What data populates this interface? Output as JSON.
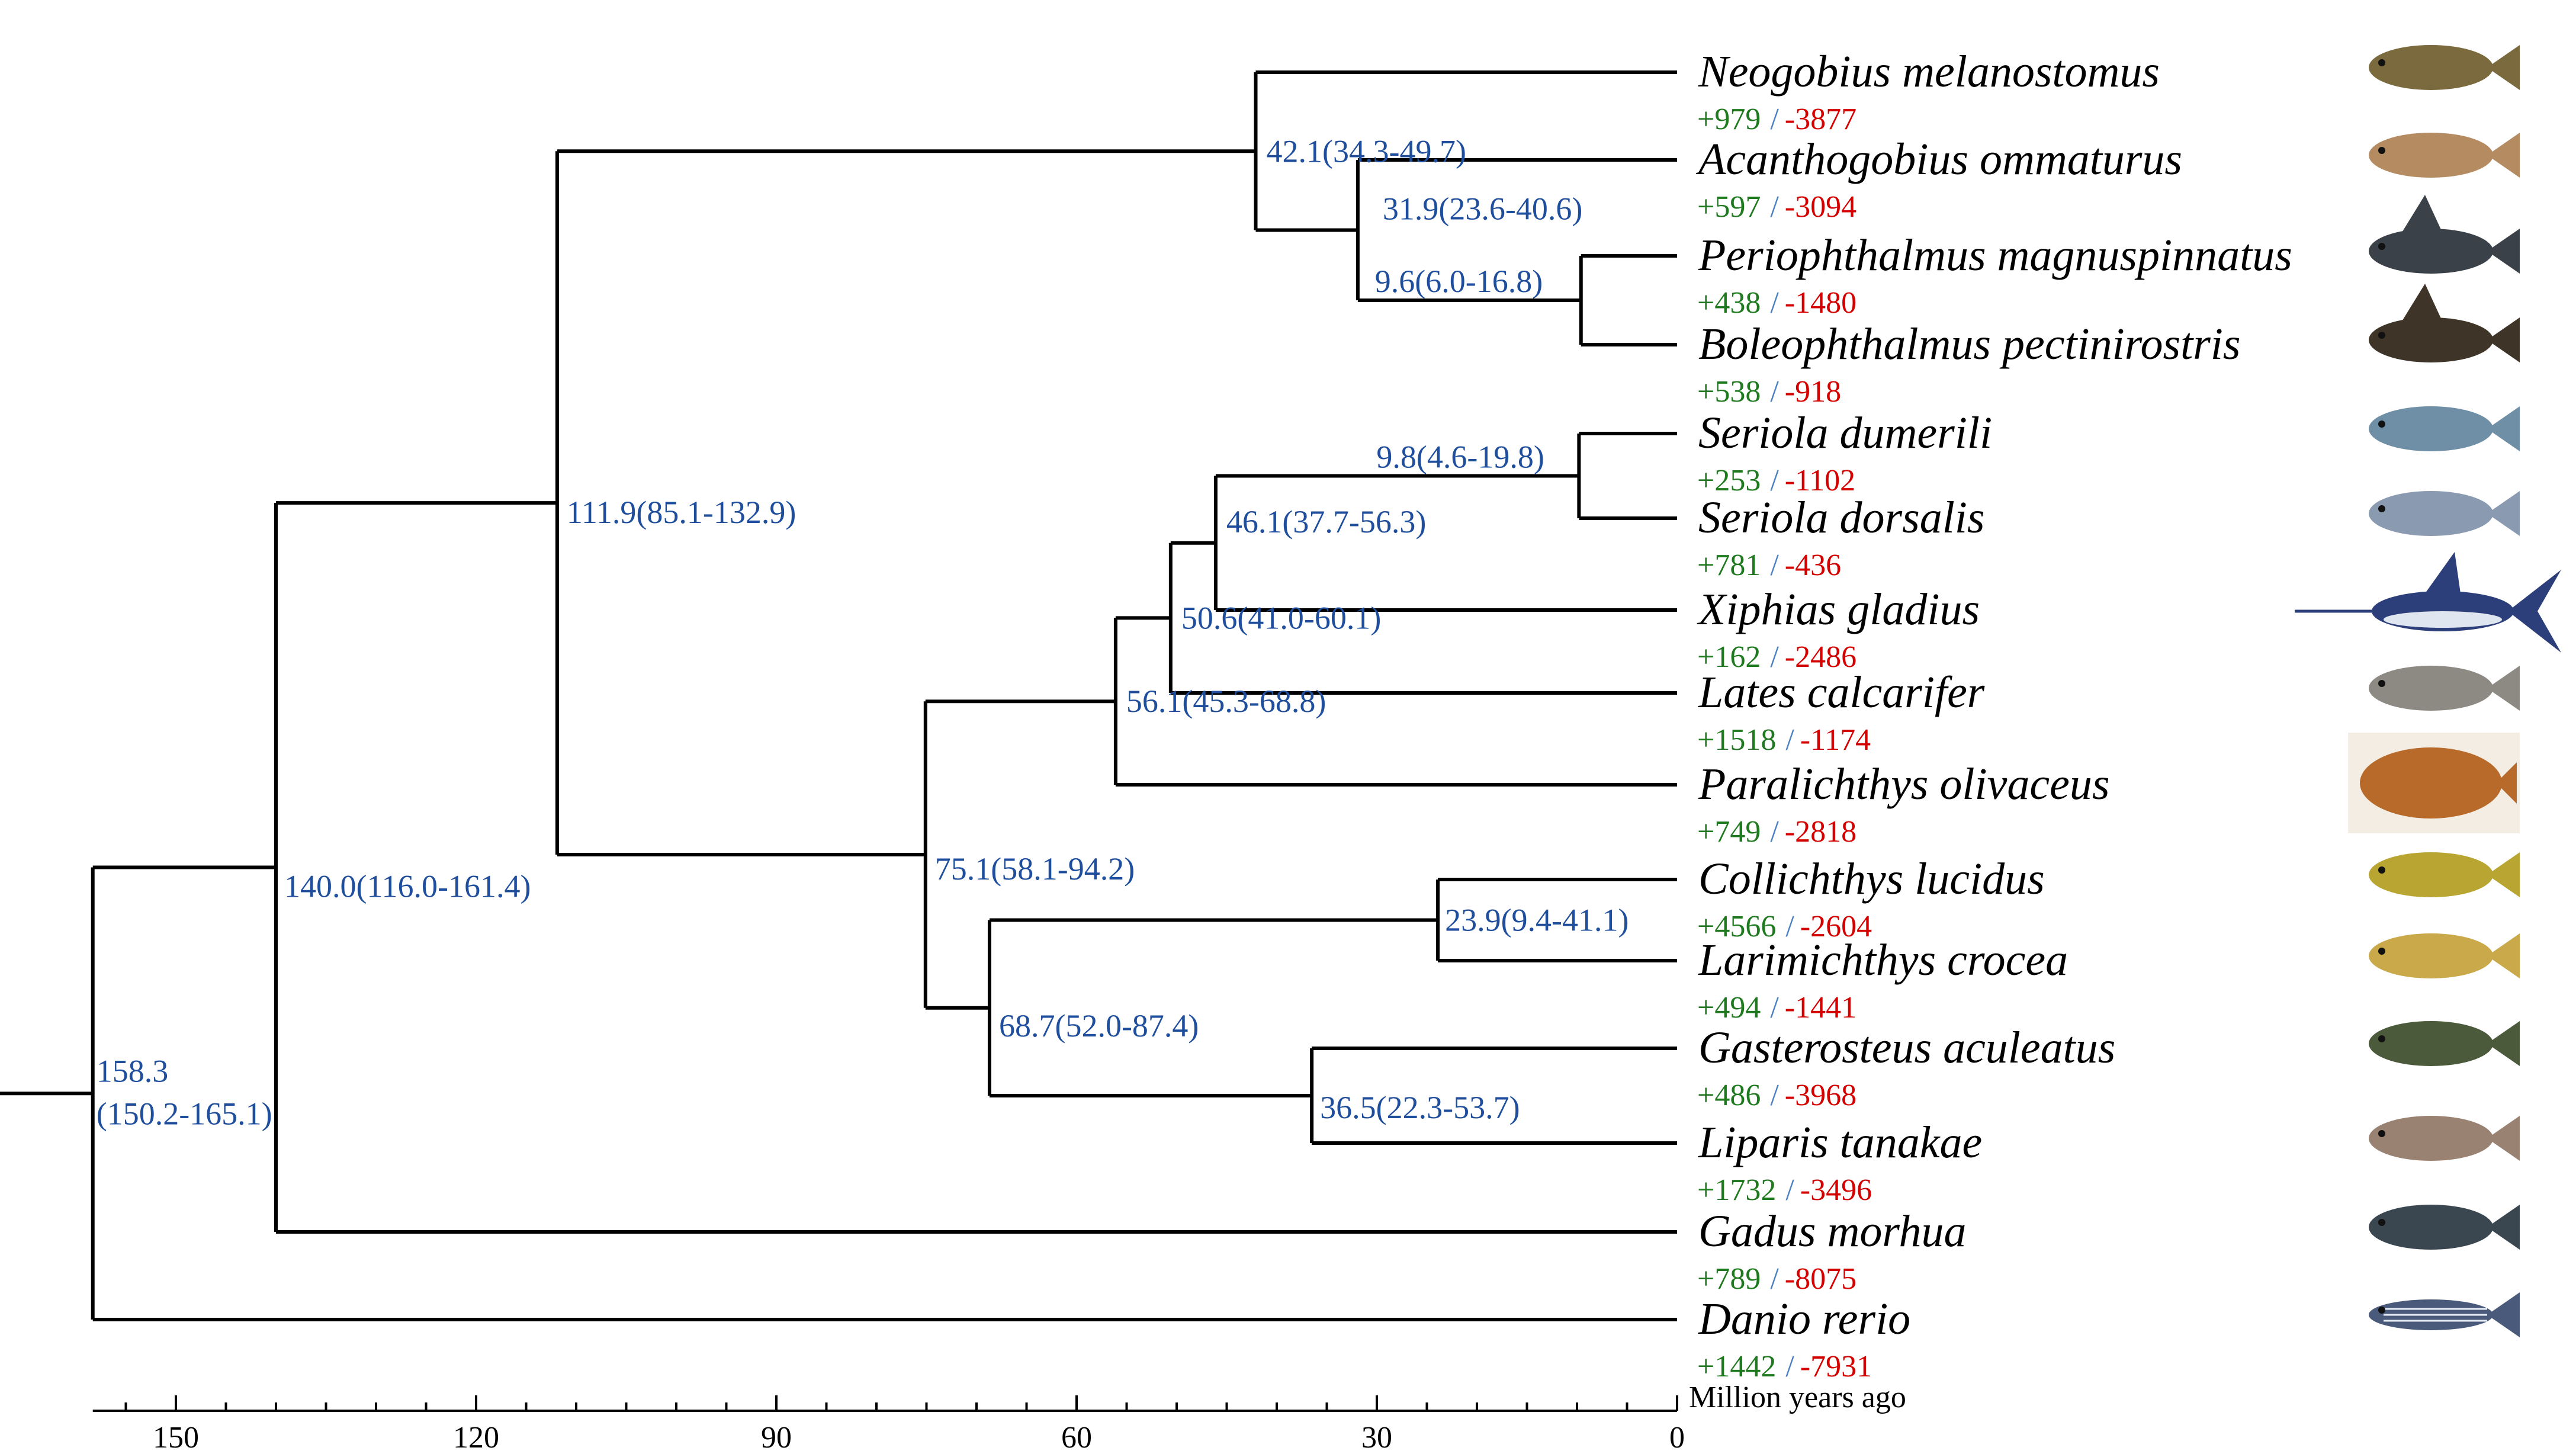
{
  "axis": {
    "title": "Million years ago",
    "ticks": [
      {
        "value": 150,
        "label": "150"
      },
      {
        "value": 120,
        "label": "120"
      },
      {
        "value": 90,
        "label": "90"
      },
      {
        "value": 60,
        "label": "60"
      },
      {
        "value": 30,
        "label": "30"
      },
      {
        "value": 0,
        "label": "0"
      }
    ]
  },
  "nodes": [
    {
      "id": "n_root",
      "label": "158.3",
      "label2": "(150.2-165.1)",
      "age": 158.3
    },
    {
      "id": "n_140",
      "label": "140.0(116.0-161.4)",
      "age": 140.0
    },
    {
      "id": "n_111",
      "label": "111.9(85.1-132.9)",
      "age": 111.9
    },
    {
      "id": "n_42",
      "label": "42.1(34.3-49.7)",
      "age": 42.1
    },
    {
      "id": "n_31",
      "label": "31.9(23.6-40.6)",
      "age": 31.9
    },
    {
      "id": "n_9_6",
      "label": "9.6(6.0-16.8)",
      "age": 9.6
    },
    {
      "id": "n_75",
      "label": "75.1(58.1-94.2)",
      "age": 75.1
    },
    {
      "id": "n_56",
      "label": "56.1(45.3-68.8)",
      "age": 56.1
    },
    {
      "id": "n_50",
      "label": "50.6(41.0-60.1)",
      "age": 50.6
    },
    {
      "id": "n_46",
      "label": "46.1(37.7-56.3)",
      "age": 46.1
    },
    {
      "id": "n_9_8",
      "label": "9.8(4.6-19.8)",
      "age": 9.8
    },
    {
      "id": "n_68",
      "label": "68.7(52.0-87.4)",
      "age": 68.7
    },
    {
      "id": "n_23",
      "label": "23.9(9.4-41.1)",
      "age": 23.9
    },
    {
      "id": "n_36",
      "label": "36.5(22.3-53.7)",
      "age": 36.5
    }
  ],
  "taxa": [
    {
      "name": "Neogobius melanostomus",
      "gain": "+979",
      "sep": "/",
      "loss": "-3877",
      "icon": "fish-goby-icon",
      "color": "#7a6a3e"
    },
    {
      "name": "Acanthogobius ommaturus",
      "gain": "+597",
      "sep": "/",
      "loss": "-3094",
      "icon": "fish-goby-icon",
      "color": "#b58b62"
    },
    {
      "name": "Periophthalmus magnuspinnatus",
      "gain": "+438",
      "sep": "/",
      "loss": "-1480",
      "icon": "fish-mudskipper-icon",
      "color": "#3b4148"
    },
    {
      "name": "Boleophthalmus pectinirostris",
      "gain": "+538",
      "sep": "/",
      "loss": "-918",
      "icon": "fish-mudskipper-icon",
      "color": "#3e3428"
    },
    {
      "name": "Seriola dumerili",
      "gain": "+253",
      "sep": "/",
      "loss": "-1102",
      "icon": "fish-amberjack-icon",
      "color": "#6f8fa6"
    },
    {
      "name": "Seriola dorsalis",
      "gain": "+781",
      "sep": "/",
      "loss": "-436",
      "icon": "fish-amberjack-icon",
      "color": "#8a9ab0"
    },
    {
      "name": "Xiphias gladius",
      "gain": "+162",
      "sep": "/",
      "loss": "-2486",
      "icon": "fish-swordfish-icon",
      "color": "#2c3f7a"
    },
    {
      "name": "Lates calcarifer",
      "gain": "+1518",
      "sep": "/",
      "loss": "-1174",
      "icon": "fish-seabass-icon",
      "color": "#8c8a82"
    },
    {
      "name": "Paralichthys olivaceus",
      "gain": "+749",
      "sep": "/",
      "loss": "-2818",
      "icon": "fish-flounder-icon",
      "color": "#b86a2a"
    },
    {
      "name": "Collichthys lucidus",
      "gain": "+4566",
      "sep": "/",
      "loss": "-2604",
      "icon": "fish-croaker-icon",
      "color": "#b8a532"
    },
    {
      "name": "Larimichthys crocea",
      "gain": "+494",
      "sep": "/",
      "loss": "-1441",
      "icon": "fish-croaker-icon",
      "color": "#c9a94a"
    },
    {
      "name": "Gasterosteus aculeatus",
      "gain": "+486",
      "sep": "/",
      "loss": "-3968",
      "icon": "fish-stickleback-icon",
      "color": "#4a5a3a"
    },
    {
      "name": "Liparis tanakae",
      "gain": "+1732",
      "sep": "/",
      "loss": "-3496",
      "icon": "fish-snailfish-icon",
      "color": "#9a8272"
    },
    {
      "name": "Gadus morhua",
      "gain": "+789",
      "sep": "/",
      "loss": "-8075",
      "icon": "fish-cod-icon",
      "color": "#3a4650"
    },
    {
      "name": "Danio rerio",
      "gain": "+1442",
      "sep": "/",
      "loss": "-7931",
      "icon": "fish-zebrafish-icon",
      "color": "#4a5a7a"
    }
  ]
}
